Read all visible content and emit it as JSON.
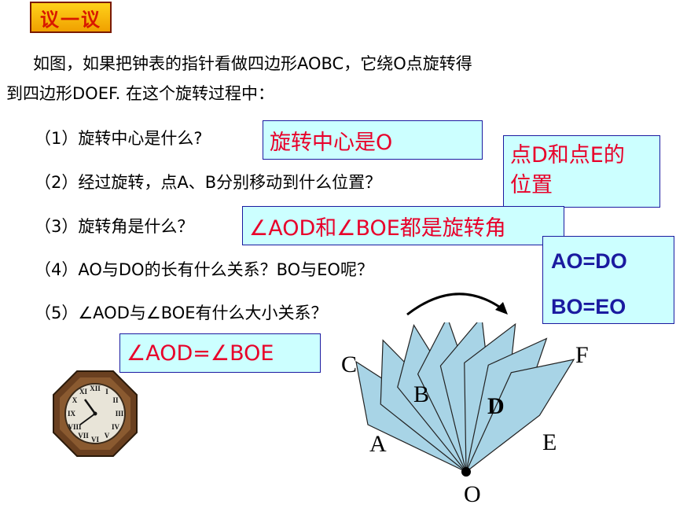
{
  "title": "议一议",
  "intro": {
    "line1": "如图，如果把钟表的指针看做四边形AOBC，它绕O点旋转得",
    "line2": "到四边形DOEF. 在这个旋转过程中："
  },
  "questions": [
    "（1）旋转中心是什么?",
    "（2）经过旋转，点A、B分别移动到什么位置？",
    "（3）旋转角是什么？",
    "（4）AO与DO的长有什么关系？BO与EO呢？",
    "（5）∠AOD与∠BOE有什么大小关系？"
  ],
  "answers": {
    "a1": "旋转中心是O",
    "a2_line1": "点D和点E的",
    "a2_line2": "位置",
    "a3": "∠AOD和∠BOE都是旋转角",
    "a4_line1": "AO=DO",
    "a4_line2": "BO=EO",
    "a5": "∠AOD=∠BOE"
  },
  "diagram_labels": {
    "A": "A",
    "B": "B",
    "C": "C",
    "D": "D",
    "E": "E",
    "F": "F",
    "O": "O"
  },
  "colors": {
    "answer_bg": "#ccffff",
    "answer_text_red": "#e8002a",
    "answer_text_blue": "#1a1aa0",
    "fan_fill": "#a8d4e6",
    "title_bg": "#f8b800",
    "title_text": "#d81800"
  }
}
